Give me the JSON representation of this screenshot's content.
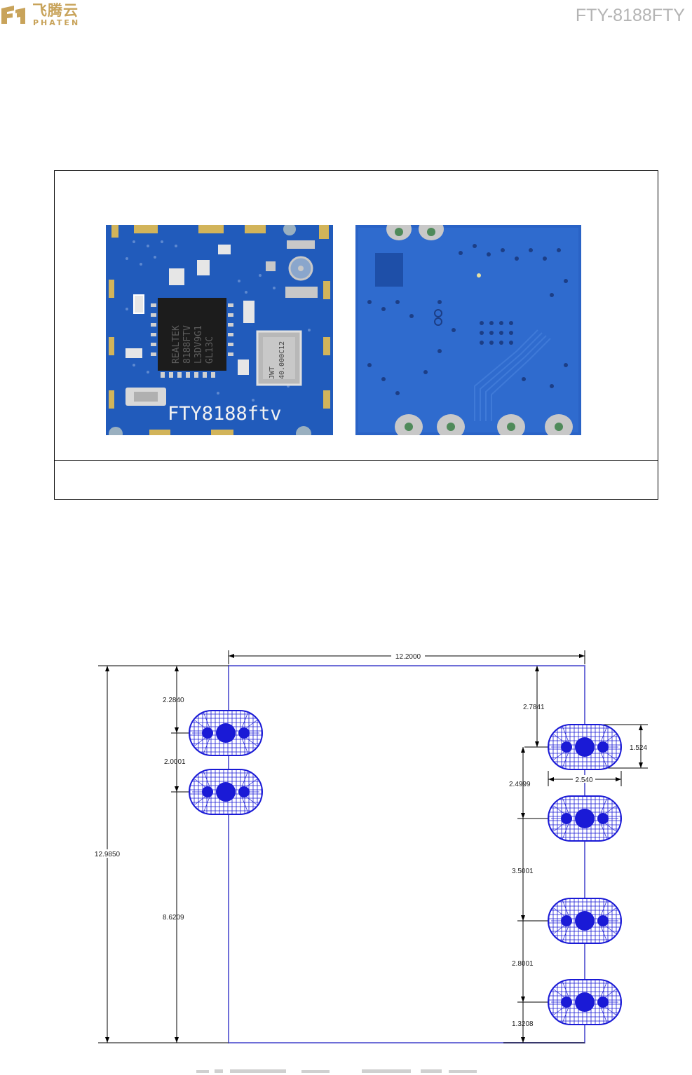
{
  "header": {
    "logo_cn": "飞腾云",
    "logo_en": "PHATEN",
    "doc_code": "FTY-8188FTY"
  },
  "module_photos": {
    "top_view": {
      "silkscreen": "FTY8188ftv",
      "chip_marking": [
        "REALTEK",
        "8188FTV",
        "L3DV9G1",
        "GL13C"
      ],
      "crystal_marking": [
        "JWT",
        "40.000C12"
      ]
    },
    "caption": ""
  },
  "drawing": {
    "dimensions": {
      "width": "12.2000",
      "height": "12.9850",
      "left_top_offset": "2.2840",
      "left_pitch": "2.0001",
      "left_bottom_offset": "8.6209",
      "right_top_offset": "2.7841",
      "pad_height": "1.524",
      "pad_width": "2.540",
      "right_pitch_1": "2.4999",
      "right_pitch_2": "3.5001",
      "right_pitch_3": "2.8001",
      "right_bottom_offset": "1.3208"
    },
    "colors": {
      "outline": "#6f6fd8",
      "pad": "#1a1ad6",
      "line": "#000000"
    }
  }
}
